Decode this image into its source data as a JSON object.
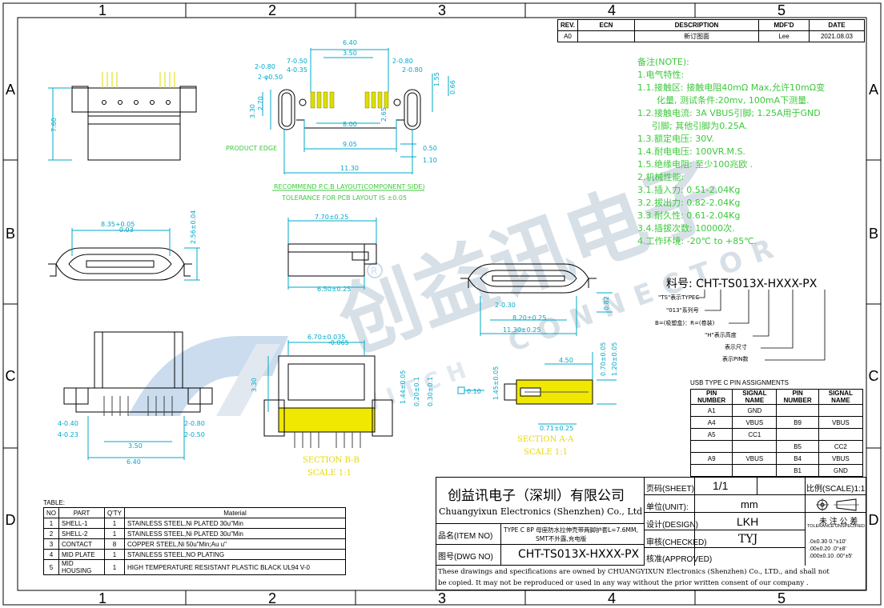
{
  "grid": {
    "cols": [
      "1",
      "2",
      "3",
      "4",
      "5"
    ],
    "rows": [
      "A",
      "B",
      "C",
      "D"
    ]
  },
  "revision": {
    "headers": [
      "REV.",
      "ECN",
      "DESCRIPTION",
      "MDF'D",
      "DATE"
    ],
    "row": [
      "A0",
      "",
      "新订图面",
      "Lee",
      "2021.08.03"
    ]
  },
  "notes": [
    "备注(NOTE):",
    "1.电气特性:",
    "1.1.接触区: 接触电阻40mΩ Max,允许10mΩ变",
    "化量, 测试条件:20mv, 100mA下测量.",
    "1.2.接触电流: 3A VBUS引脚; 1.25A用于GND",
    "引脚; 其他引脚为0.25A.",
    "1.3.额定电压: 30V.",
    "1.4.耐电电压: 100VR.M.S.",
    "1.5.绝缘电阻: 至少100兆欧 .",
    "2.机械性能:",
    "3.1.插入力: 0.51-2.04Kg",
    "3.2.拔出力: 0.82-2.04Kg",
    "3.3.耐久性: 0.61-2.04Kg",
    "3.4.插拔次数: 10000次.",
    "4.工作环境: -20℃ to +85℃."
  ],
  "part_number": {
    "label": "料号:",
    "value": "CHT-TS013X-HXXX-PX",
    "legend": [
      "\"TS\"表示TYPEC",
      "\"013\"系列号",
      "B=(吸塑盒)：R=(卷装)",
      "\"H\"表示高度",
      "表示尺寸",
      "表示PIN数"
    ]
  },
  "pin_assignments": {
    "title": "USB TYPE C PIN ASSIGNMENTS",
    "headers": [
      "PIN NUMBER",
      "SIGNAL NAME",
      "PIN NUMBER",
      "SIGNAL NAME"
    ],
    "rows": [
      [
        "A1",
        "GND",
        "",
        ""
      ],
      [
        "A4",
        "VBUS",
        "B9",
        "VBUS"
      ],
      [
        "A5",
        "CC1",
        "",
        ""
      ],
      [
        "",
        "",
        "B5",
        "CC2"
      ],
      [
        "A9",
        "VBUS",
        "B4",
        "VBUS"
      ],
      [
        "",
        "",
        "B1",
        "GND"
      ]
    ]
  },
  "materials": {
    "title": "TABLE:",
    "headers": [
      "NO",
      "PART",
      "Q'TY",
      "Material"
    ],
    "rows": [
      [
        "1",
        "SHELL-1",
        "1",
        "STAINLESS  STEEL,Ni  PLATED  30u\"Min"
      ],
      [
        "2",
        "SHELL-2",
        "1",
        "STAINLESS  STEEL,Ni  PLATED  30u\"Min"
      ],
      [
        "3",
        "CONTACT",
        "8",
        "COPPER  STEEL,Ni  50u\"Min;Au  u\""
      ],
      [
        "4",
        "MID PLATE",
        "1",
        "STAINLESS  STEEL,NO  PLATING"
      ],
      [
        "5",
        "MID HOUSING",
        "1",
        "HIGH  TEMPERATURE  RESISTANT  PLASTIC  BLACK  UL94  V-0"
      ]
    ]
  },
  "title_block": {
    "company_cn": "创益讯电子（深圳）有限公司",
    "company_en": "Chuangyixun Electronics (Shenzhen) Co., Ltd",
    "item_label": "品名(ITEM NO)",
    "item_value_1": "TYPE C 8P  母座防水拉伸壳带两脚护套L=7.6MM,",
    "item_value_2": "SMT不外露,充电版",
    "dwg_label": "图号(DWG NO)",
    "dwg_value": "CHT-TS013X-HXXX-PX",
    "sheet_label": "页码(SHEET)",
    "sheet_value": "1/1",
    "scale_label": "比例(SCALE)1:1",
    "unit_label": "单位(UNIT):",
    "unit_value": "mm",
    "design_label": "设计(DESIGN)",
    "design_value": "LKH",
    "checked_label": "审核(CHECKED)",
    "checked_value": "TYJ",
    "approved_label": "核准(APPROVED)",
    "tol_title": "未 注 公 差",
    "tol_sub": "TOLERANCE UNSPECIFIED",
    "tol_1": ".0±0.30   0.°±10'",
    "tol_2": ".00±0.20  .0°±8'",
    "tol_3": ".000±0.10 .00°±5'",
    "copyright_1": "These drawings and specifications are owned by CHUANGYIXUN Electronics (Shenzhen) Co., LTD., and shall not",
    "copyright_2": "be copied. It may not be reproduced or used in any way without the prior written consent of our company ."
  },
  "drawing_labels": {
    "pcb_title": "RECOMMEND  P.C.B  LAYOUT(COMPONENT  SIDE)",
    "pcb_tol": "TOLERANCE  FOR  PCB  LAYOUT  IS  ±0.05",
    "product_edge": "PRODUCT EDGE",
    "section_b": "SECTION  B-B",
    "section_b_scale": "SCALE  1:1",
    "section_a": "SECTION  A-A",
    "section_a_scale": "SCALE  1:1",
    "watermark_cn": "创益讯电子",
    "watermark_en": "CONNECTOR",
    "watermark_en2": "SWITCH",
    "dims": {
      "d640": "6.40",
      "d350": "3.50",
      "d2080a": "2-0.80",
      "d2080b": "2-0.80",
      "d7050": "7-0.50",
      "d4035": "4-0.35",
      "d2050": "2-φ0.50",
      "d155": "1.55",
      "d066": "0.66",
      "d330": "3.30",
      "d270": "2.70",
      "d800": "8.00",
      "d265": "2.65",
      "d905": "9.05",
      "d050": "0.50",
      "d110": "1.10",
      "d1130": "11.30",
      "d760": "7.60",
      "d835": "8.35+0.05",
      "d835b": "-0.03",
      "d256": "2.56±0.04",
      "d770": "7.70±0.25",
      "d650": "6.50±0.25",
      "d2030": "2-0.30",
      "d082": "0.82",
      "d820": "8.20±0.25",
      "d1130b": "11.30±0.25",
      "d670": "6.70±0.035",
      "d670b": "-0.065",
      "d330b": "3.30",
      "d144": "1.44±0.05",
      "d020": "0.20±0.1",
      "d030": "0.30±0.1",
      "d4040": "4-0.40",
      "d4023": "4-0.23",
      "d2080c": "2-0.80",
      "d2050b": "2-0.50",
      "d350b": "3.50",
      "d640b": "6.40",
      "d010": "0.10",
      "d145": "1.45±0.05",
      "d450": "4.50",
      "d070": "0.70±0.05",
      "d120": "1.20±0.05",
      "d071": "0.71±0.25"
    }
  }
}
